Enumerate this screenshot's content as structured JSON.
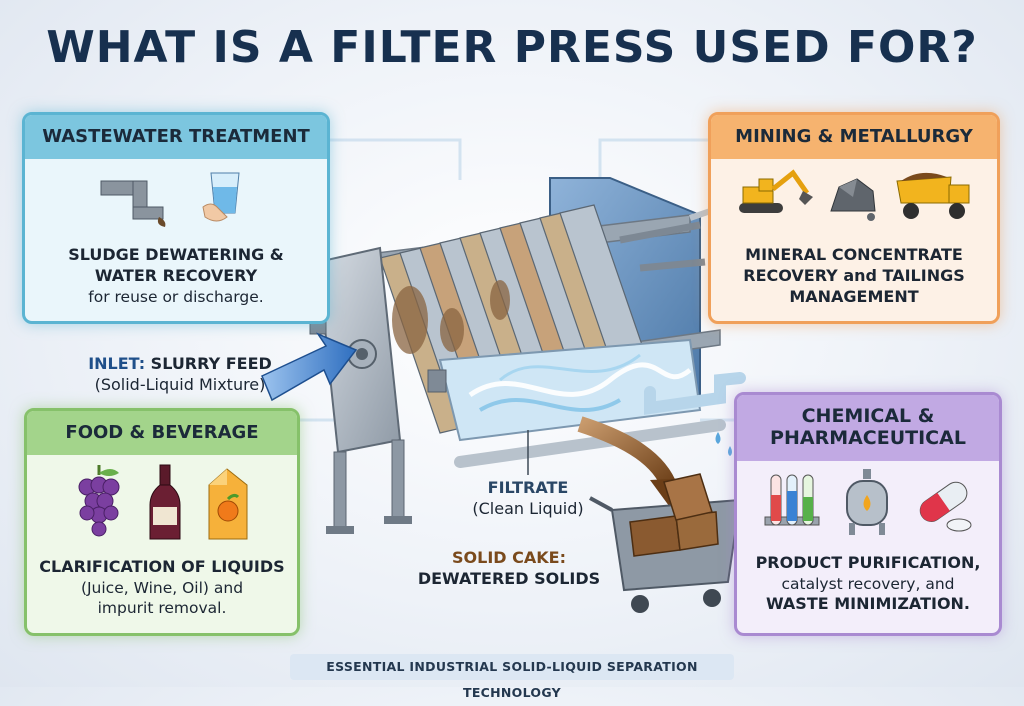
{
  "title": "WHAT IS A FILTER PRESS USED FOR?",
  "panels": {
    "wastewater": {
      "heading": "WASTEWATER TREATMENT",
      "line1": "SLUDGE DEWATERING &",
      "line2": "WATER RECOVERY",
      "line3": "for reuse or discharge.",
      "icons": [
        "pipe-icon",
        "water-glass-icon"
      ]
    },
    "mining": {
      "heading": "MINING & METALLURGY",
      "line1": "MINERAL CONCENTRATE",
      "line2": "RECOVERY and TAILINGS",
      "line3": "MANAGEMENT",
      "icons": [
        "excavator-icon",
        "ore-rock-icon",
        "dump-truck-icon"
      ]
    },
    "food": {
      "heading": "FOOD & BEVERAGE",
      "line1": "CLARIFICATION OF LIQUIDS",
      "line2": "(Juice, Wine, Oil) and",
      "line3": "impurit removal.",
      "icons": [
        "grapes-icon",
        "wine-bottle-icon",
        "juice-carton-icon"
      ]
    },
    "chemical": {
      "heading1": "CHEMICAL &",
      "heading2": "PHARMACEUTICAL",
      "line1": "PRODUCT PURIFICATION,",
      "line2": "catalyst recovery, and",
      "line3": "WASTE MINIMIZATION.",
      "icons": [
        "test-tubes-icon",
        "reactor-icon",
        "capsule-icon"
      ]
    }
  },
  "labels": {
    "inlet_key": "INLET:",
    "inlet_rest": " SLURRY FEED",
    "inlet_sub": "(Solid-Liquid Mixture)",
    "filtrate": "FILTRATE",
    "filtrate_sub": "(Clean Liquid)",
    "cake_key": "SOLID CAKE:",
    "cake_sub": "DEWATERED SOLIDS"
  },
  "footer": "ESSENTIAL INDUSTRIAL SOLID-LIQUID SEPARATION TECHNOLOGY",
  "colors": {
    "title": "#17304f",
    "wastewater": "#7cc6df",
    "mining": "#f6b36f",
    "food": "#a3d48b",
    "chemical": "#c1a9e3",
    "inlet_arrow": "#2f6fc0",
    "cake_arrow": "#7a4a1c"
  }
}
